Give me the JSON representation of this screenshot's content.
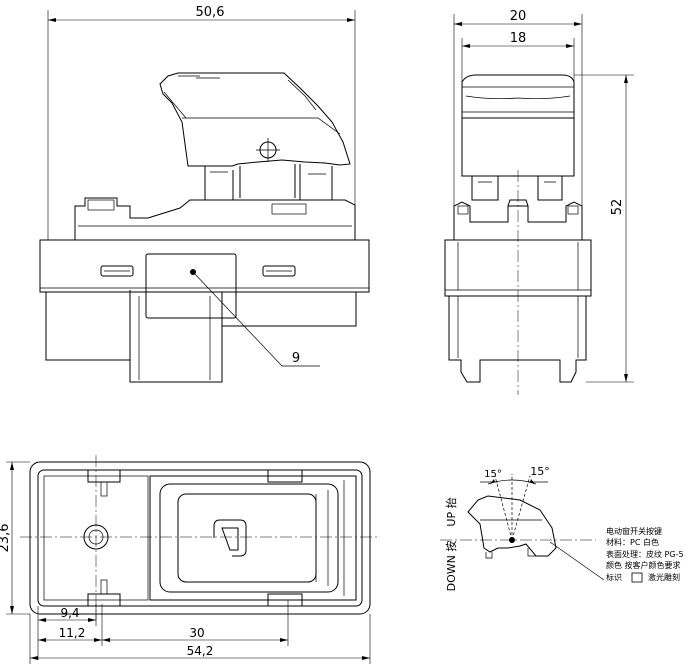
{
  "dimensions": {
    "front_width": "50,6",
    "side_width_outer": "20",
    "side_width_inner": "18",
    "side_height": "52",
    "callout": "9",
    "bottom_height": "23,6",
    "bottom_d1": "9,4",
    "bottom_d2": "11,2",
    "bottom_d3": "30",
    "bottom_total": "54,2",
    "angle_left": "15°",
    "angle_right": "15°"
  },
  "direction_labels": {
    "up": "UP 抬",
    "down": "DOWN 按"
  },
  "notes": {
    "line1": "电动窗开关按键",
    "line2": "材料：PC 白色",
    "line3": "表面处理：皮纹 PG-5",
    "line4": "颜色 按客户颜色要求",
    "line5": "标识",
    "line5_tail": "激光雕刻"
  }
}
